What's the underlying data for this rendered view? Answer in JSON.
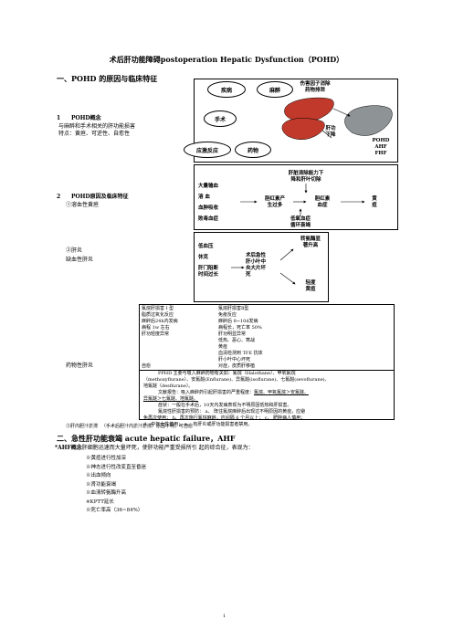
{
  "title": "术后肝功能障碍postoperation Hepatic Dysfunction（POHD）",
  "sec1": {
    "heading": "一、POHD 的原因与临床特征",
    "p1_num": "1",
    "p1_title": "POHD概念",
    "p1_line1": "与麻醉和手术相关的肝功能损害",
    "p1_line2": "特点：黄疸、可逆性、自愈性",
    "p2_num": "2",
    "p2_title": "POHD原因及临床特征",
    "p2_sub1": "①溶血性黄疸",
    "p2_sub2a": "②肝炎",
    "p2_sub2b": "缺血性肝炎",
    "p2_sub3": "药物性肝炎",
    "p2_sub4": "③肝内胆汁淤滞",
    "p2_sub4_note": "（手术后胆汁内淤汁淤滞）原因不明，可自愈"
  },
  "diagram1": {
    "disease": "疾病",
    "anesthesia": "麻醉",
    "surgery": "手术",
    "reaction": "应激反应",
    "drug": "药物",
    "damage_factor": "伤害因子消除",
    "damage_factor2": "药物排泄",
    "liver_down1": "肝功",
    "liver_down2": "下降",
    "pohd": "POHD",
    "ahf": "AHF",
    "fhf": "FHF"
  },
  "diagram2": {
    "c1a": "大量输血",
    "c1b": "溶    血",
    "c1c": "血肿吸收",
    "c1d": "败毒血症",
    "top1": "肝脏清除能力下",
    "top2": "降和肝叶切除",
    "mid1": "胆红素产",
    "mid2": "生过多",
    "right1": "胆红素",
    "right2": "血症",
    "end1": "黄",
    "end2": "疸",
    "bottom1": "低氧血症",
    "bottom2": "循环衰竭"
  },
  "diagram3": {
    "l1": "低血压",
    "l2": "休克",
    "l3": "肝门阻断",
    "l4": "时间过长",
    "m1": "术后急性",
    "m2": "肝小叶中",
    "m3": "央大片坏",
    "m4": "死",
    "r1": "转氨酶显",
    "r2": "著升高",
    "r3": "轻度",
    "r4": "黄疸"
  },
  "table": {
    "left": [
      "氟烷肝损害 I 型",
      "脂质过氧化反应",
      "麻醉后24h内发病",
      "病程 1w 左右",
      "肝功轻度异常",
      "",
      "",
      "",
      "",
      "自愈"
    ],
    "right": [
      "氟烷肝损害Ⅱ型",
      "免疫反应",
      "麻醉后 8~10d发病",
      "病程长，死亡率 50%",
      "肝功明显异常",
      "低热、恶心、寒战",
      "黄疸",
      "血清检测到 TFE 抗体",
      "肝小叶中心坏死",
      "对症，皮质肝移植"
    ]
  },
  "pphd": {
    "line1": "PPHD 主要与吸入麻醉药物有关如：氟烷（Halothane）、甲氧氟烷",
    "line2": "（methoxyflurane）、安氟醚(Enflurane)、异氟醚(isoflurane)、七氟醚(sevoflurane)、",
    "line3": "地氟醚（desflurane）。",
    "line4": "文献报告：吸入麻醉药引起肝损害的严重程度：",
    "line4u": "氟烷、甲氧氟烷＞安氟醚、",
    "line5": "异氟醚＞七氟醚、地氟醚。",
    "line6": "症状：一般在手术后，10天内发病表现为不明原因低热和肝损害。",
    "line7": "氟烷性肝损害的预防：  a、 既往氟烷麻醉后出现过不明原因的黄疸，应避",
    "line8": "免再次使用；  b、再次施行氟烷麻醉，应间隔 6 个月以上；  c、 肥胖病人慎用；",
    "line9": "d、中年女性慎用；  e、 有肝炎或肝功能损害者禁用。"
  },
  "sec2": {
    "heading": "二、急性肝功能衰竭  acute hepatic failure，AHF",
    "intro_bold": "*AHF概念",
    "intro_rest": "肝细胞迅速而大量坏死，使肝功能严重受损所引   起的综合征，表现为：",
    "items": [
      "※黄疸进行性加深",
      "※神志进行性改变直至昏迷",
      "※出血倾向",
      "※肾功能衰竭",
      "※血清转氨酶升高",
      "※KPTT延长",
      "※死亡率高（36~84%）"
    ]
  },
  "page_number": "1",
  "colors": {
    "liver_red": "#c0392b",
    "liver_gray": "#8e9396"
  }
}
